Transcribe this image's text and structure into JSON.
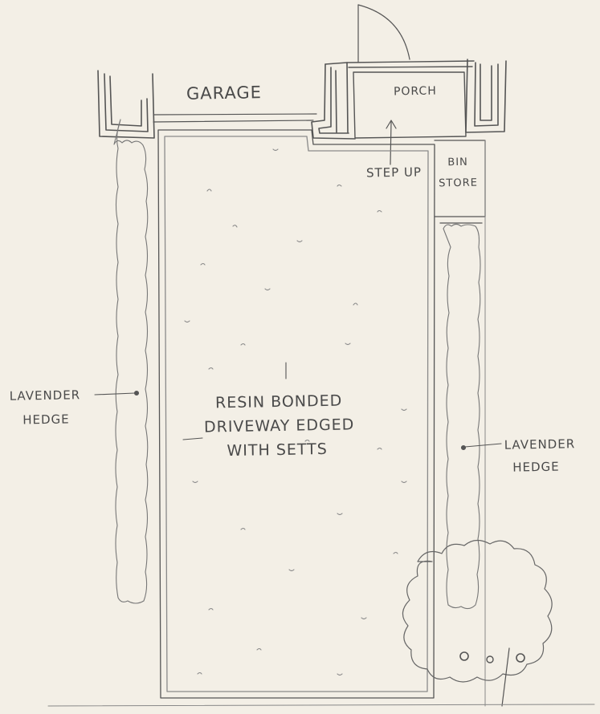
{
  "labels": {
    "garage": "GARAGE",
    "porch": "PORCH",
    "step_up": "STEP UP",
    "bin_store_line1": "BIN",
    "bin_store_line2": "STORE",
    "driveway_line1": "RESIN BONDED",
    "driveway_line2": "DRIVEWAY EDGED",
    "driveway_line3": "WITH SETTS",
    "left_hedge_line1": "LAVENDER",
    "left_hedge_line2": "HEDGE",
    "right_hedge_line1": "LAVENDER",
    "right_hedge_line2": "HEDGE"
  },
  "colors": {
    "paper": "#f3efe6",
    "pencil": "#555555",
    "pencil_light": "#9a9a9a"
  }
}
